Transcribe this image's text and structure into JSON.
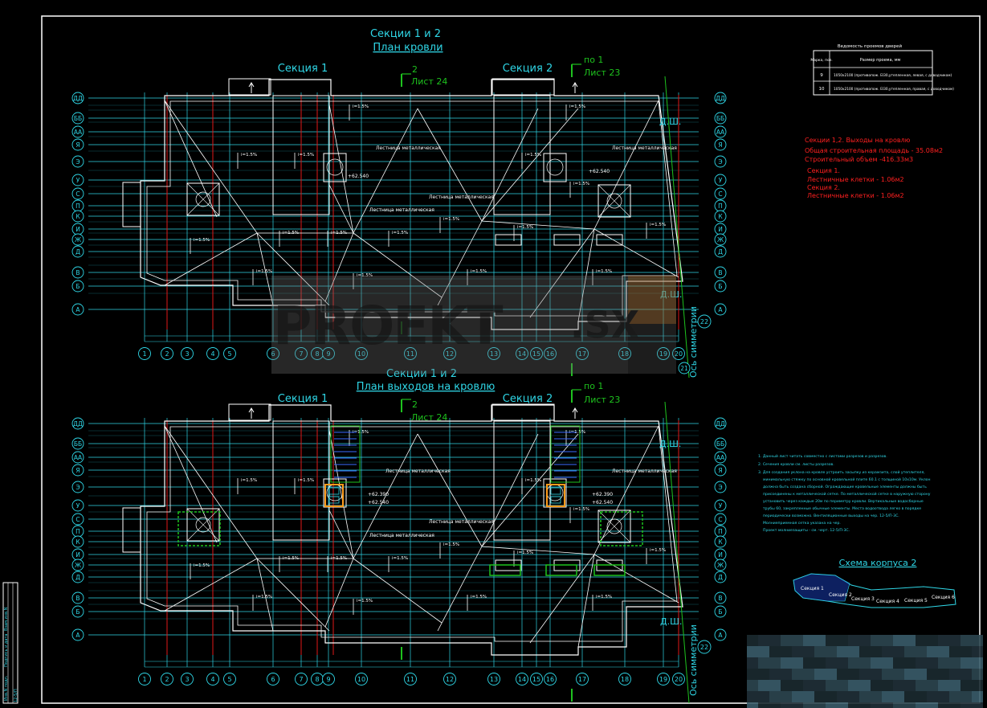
{
  "colors": {
    "background": "#000000",
    "grid": "#2fd6e6",
    "outline": "#ffffff",
    "axis_red": "#e01818",
    "green": "#1ec21e",
    "red_text": "#ff2020",
    "watermark": "#8a8a8a"
  },
  "top_plan": {
    "title_line1": "Секции 1 и 2",
    "title_line2": "План кровли",
    "section1": "Секция 1",
    "section2": "Секция 2",
    "ref_2": "2",
    "ref_list24": "Лист 24",
    "ref_po1": "по 1",
    "ref_list23": "Лист 23",
    "label_metal": "Лестница металлическая",
    "slope": "i=1.5%",
    "mark_1": "+62.540",
    "mark_2": "+62.540",
    "dsh": "Д.Ш.",
    "sym_axis": "Ось симметрии",
    "axis_22": "22",
    "axis_21": "21"
  },
  "bottom_plan": {
    "title_line1": "Секции 1 и 2",
    "title_line2": "План выходов на кровлю",
    "section1": "Секция 1",
    "section2": "Секция 2",
    "ref_2": "2",
    "ref_list24": "Лист 24",
    "ref_po1": "по 1",
    "ref_list23": "Лист 23",
    "label_metal": "Лестница металлическая",
    "slope": "i=1.5%",
    "mark_1": "+62.390",
    "mark_2": "+62.540",
    "dsh": "Д.Ш.",
    "sym_axis": "Ось симметрии",
    "axis_22": "22"
  },
  "row_labels": [
    "ДД",
    "ББ",
    "АА",
    "Я",
    "Э",
    "У",
    "С",
    "П",
    "К",
    "И",
    "Ж",
    "Д",
    "В",
    "Б",
    "А"
  ],
  "col_labels": [
    "1",
    "2",
    "3",
    "4",
    "5",
    "6",
    "7",
    "8",
    "9",
    "10",
    "11",
    "12",
    "13",
    "14",
    "15",
    "16",
    "17",
    "18",
    "19",
    "20"
  ],
  "doors_table": {
    "title": "Ведомость проемов дверей",
    "col_mark": "Марка, поз.",
    "col_size": "Размер проема, мм",
    "rows": [
      {
        "mark": "9",
        "desc": "1050х2100 (противопож. EI30,утепленная, левая, с доводчиком)"
      },
      {
        "mark": "10",
        "desc": "1050х2100 (противопож. EI30,утепленная, правая, с доводчиком)"
      }
    ]
  },
  "red_notes": {
    "line1": "Секции 1,2. Выходы на кровлю",
    "line2": "Общая строительная площадь - 35.08м2",
    "line3": "Строительный объем -416.33м3",
    "line4": "Секция 1.",
    "line5": "Лестничные клетки - 1.06м2",
    "line6": "Секция 2.",
    "line7": "Лестничные клетки - 1.06м2"
  },
  "notes": [
    "1. Данный лист читать совместно с листами разрезов и разрезов.",
    "2. Сечения кровли см. листы разрезов.",
    "3. Для создания уклона на кровле устроить засыпку из керамзита, слой утеплителя,",
    "минимальную стяжку по основной кровельной плите 60.1 с толщиной 10х10м. Уклон",
    "должна быть создана сборной. Ограждающие кровельные элементы должны быть",
    "присоединены к металлической сетке. По металлической сетке в наружную сторону",
    "установить через каждые 20м по периметру кровли. Вертикальные водосборные",
    "трубы 60, закрепленные обычные элементы. Места водоотвода легко в порядке",
    "периодически возможно. Вентиляционные выходы на чер. 12-5/П-3С.",
    "Молниеприемная сетка указана на чер.",
    "Проект молниезащиты - см. черт. 12-5/П-3С."
  ],
  "scheme": {
    "title": "Схема корпуса 2",
    "s1": "Секция 1",
    "s2": "Секция 2",
    "s3": "Секция 3",
    "s4": "Секция 4",
    "s5": "Секция 5",
    "s6": "Секция 6"
  },
  "stamp": {
    "line1": "Инв.N подл.",
    "line2": "Подпись и дата",
    "line3": "Взам.инв.N",
    "code": "12-5/П"
  },
  "watermark": {
    "text": "PROEKT",
    "suffix": ".SX"
  }
}
